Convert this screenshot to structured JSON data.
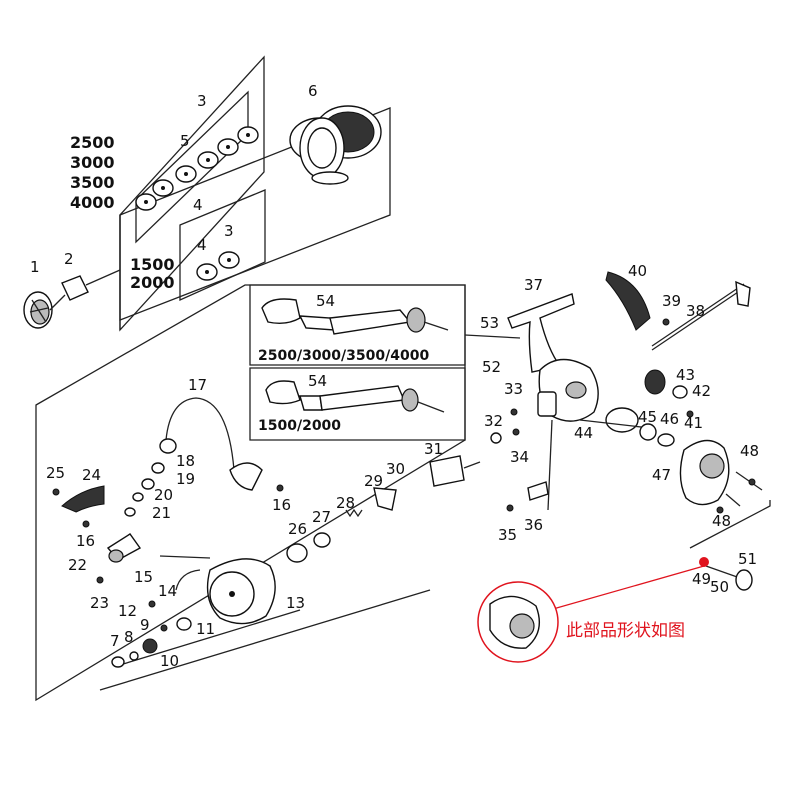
{
  "parts": [
    {
      "id": "p1",
      "label": "1"
    },
    {
      "id": "p2",
      "label": "2"
    },
    {
      "id": "p3a",
      "label": "3"
    },
    {
      "id": "p3b",
      "label": "3"
    },
    {
      "id": "p4a",
      "label": "4"
    },
    {
      "id": "p4b",
      "label": "4"
    },
    {
      "id": "p5",
      "label": "5"
    },
    {
      "id": "p6",
      "label": "6"
    },
    {
      "id": "p7",
      "label": "7"
    },
    {
      "id": "p8",
      "label": "8"
    },
    {
      "id": "p9",
      "label": "9"
    },
    {
      "id": "p10",
      "label": "10"
    },
    {
      "id": "p11",
      "label": "11"
    },
    {
      "id": "p12",
      "label": "12"
    },
    {
      "id": "p13",
      "label": "13"
    },
    {
      "id": "p14",
      "label": "14"
    },
    {
      "id": "p15",
      "label": "15"
    },
    {
      "id": "p16a",
      "label": "16"
    },
    {
      "id": "p16b",
      "label": "16"
    },
    {
      "id": "p17",
      "label": "17"
    },
    {
      "id": "p18",
      "label": "18"
    },
    {
      "id": "p19",
      "label": "19"
    },
    {
      "id": "p20",
      "label": "20"
    },
    {
      "id": "p21",
      "label": "21"
    },
    {
      "id": "p22",
      "label": "22"
    },
    {
      "id": "p23",
      "label": "23"
    },
    {
      "id": "p24",
      "label": "24"
    },
    {
      "id": "p25",
      "label": "25"
    },
    {
      "id": "p26",
      "label": "26"
    },
    {
      "id": "p27",
      "label": "27"
    },
    {
      "id": "p28",
      "label": "28"
    },
    {
      "id": "p29",
      "label": "29"
    },
    {
      "id": "p30",
      "label": "30"
    },
    {
      "id": "p31",
      "label": "31"
    },
    {
      "id": "p32",
      "label": "32"
    },
    {
      "id": "p33",
      "label": "33"
    },
    {
      "id": "p34",
      "label": "34"
    },
    {
      "id": "p35",
      "label": "35"
    },
    {
      "id": "p36",
      "label": "36"
    },
    {
      "id": "p37",
      "label": "37"
    },
    {
      "id": "p38",
      "label": "38"
    },
    {
      "id": "p39",
      "label": "39"
    },
    {
      "id": "p40",
      "label": "40"
    },
    {
      "id": "p41",
      "label": "41"
    },
    {
      "id": "p42",
      "label": "42"
    },
    {
      "id": "p43",
      "label": "43"
    },
    {
      "id": "p44",
      "label": "44"
    },
    {
      "id": "p45",
      "label": "45"
    },
    {
      "id": "p46",
      "label": "46"
    },
    {
      "id": "p47",
      "label": "47"
    },
    {
      "id": "p48a",
      "label": "48"
    },
    {
      "id": "p48b",
      "label": "48"
    },
    {
      "id": "p49",
      "label": "49"
    },
    {
      "id": "p50",
      "label": "50"
    },
    {
      "id": "p51",
      "label": "51"
    },
    {
      "id": "p52",
      "label": "52"
    },
    {
      "id": "p53",
      "label": "53"
    },
    {
      "id": "p54a",
      "label": "54"
    },
    {
      "id": "p54b",
      "label": "54"
    }
  ],
  "size_labels": {
    "big_2500": "2500",
    "big_3000": "3000",
    "big_3500": "3500",
    "big_4000": "4000",
    "small_1500": "1500",
    "small_2000": "2000",
    "handle_big": "2500/3000/3500/4000",
    "handle_small": "1500/2000"
  },
  "note": "此部品形状如图",
  "colors": {
    "note": "#e0141e",
    "line": "#222222"
  }
}
